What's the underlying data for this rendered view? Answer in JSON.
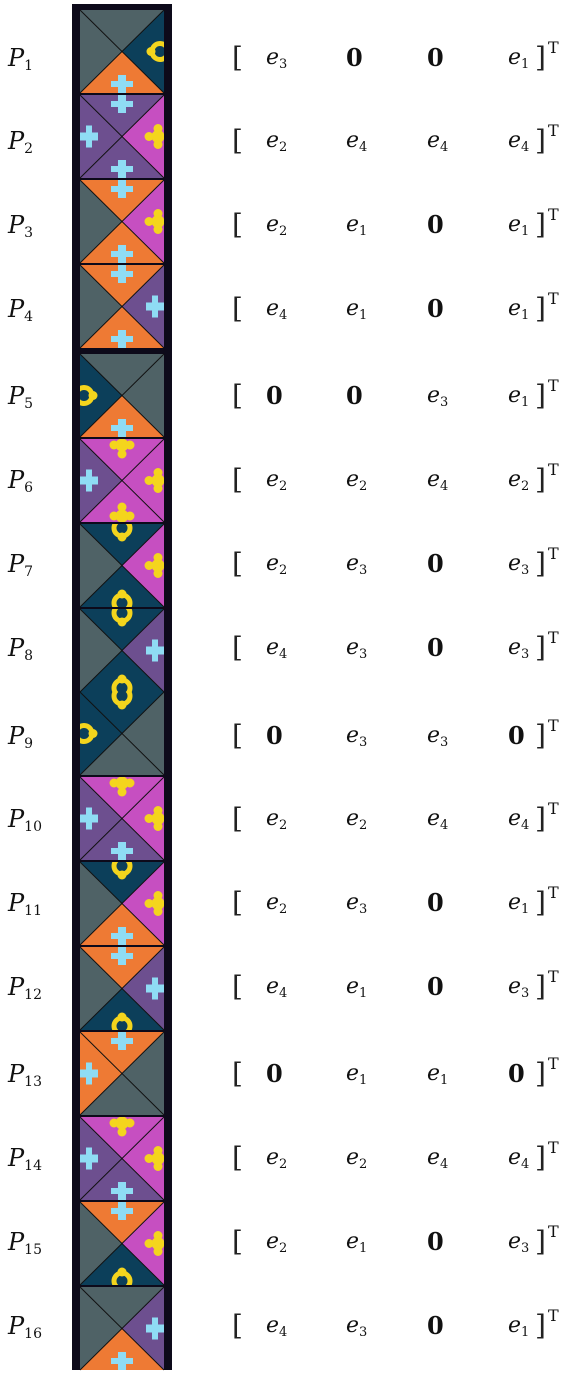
{
  "transpose_mark": "T",
  "colors": {
    "frame": "#0d0a1a",
    "gray": "#4f6266",
    "orange": "#ee7a34",
    "teal": "#0c3f5a",
    "purple": "#6d4f8f",
    "magenta": "#c64fc1",
    "yellow_motif": "#f4d51d",
    "cyan_motif": "#8fdcf4"
  },
  "rows": [
    {
      "label": "P",
      "index": "1",
      "entries": [
        "e3",
        "0",
        "0",
        "e1"
      ],
      "tile": {
        "top": "gray",
        "right": "teal",
        "bottom": "orange",
        "left": "gray"
      }
    },
    {
      "label": "P",
      "index": "2",
      "entries": [
        "e2",
        "e4",
        "e4",
        "e4"
      ],
      "tile": {
        "top": "purple",
        "right": "magenta",
        "bottom": "purple",
        "left": "purple"
      }
    },
    {
      "label": "P",
      "index": "3",
      "entries": [
        "e2",
        "e1",
        "0",
        "e1"
      ],
      "tile": {
        "top": "orange",
        "right": "magenta",
        "bottom": "orange",
        "left": "gray"
      }
    },
    {
      "label": "P",
      "index": "4",
      "entries": [
        "e4",
        "e1",
        "0",
        "e1"
      ],
      "tile": {
        "top": "orange",
        "right": "purple",
        "bottom": "orange",
        "left": "gray"
      }
    },
    {
      "label": "P",
      "index": "5",
      "entries": [
        "0",
        "0",
        "e3",
        "e1"
      ],
      "tile": {
        "top": "gray",
        "right": "gray",
        "bottom": "orange",
        "left": "teal"
      }
    },
    {
      "label": "P",
      "index": "6",
      "entries": [
        "e2",
        "e2",
        "e4",
        "e2"
      ],
      "tile": {
        "top": "magenta",
        "right": "magenta",
        "bottom": "magenta",
        "left": "purple"
      }
    },
    {
      "label": "P",
      "index": "7",
      "entries": [
        "e2",
        "e3",
        "0",
        "e3"
      ],
      "tile": {
        "top": "teal",
        "right": "magenta",
        "bottom": "teal",
        "left": "gray"
      }
    },
    {
      "label": "P",
      "index": "8",
      "entries": [
        "e4",
        "e3",
        "0",
        "e3"
      ],
      "tile": {
        "top": "teal",
        "right": "purple",
        "bottom": "teal",
        "left": "gray"
      }
    },
    {
      "label": "P",
      "index": "9",
      "entries": [
        "0",
        "e3",
        "e3",
        "0"
      ],
      "tile": {
        "top": "teal",
        "right": "gray",
        "bottom": "gray",
        "left": "teal"
      }
    },
    {
      "label": "P",
      "index": "10",
      "entries": [
        "e2",
        "e2",
        "e4",
        "e4"
      ],
      "tile": {
        "top": "magenta",
        "right": "magenta",
        "bottom": "purple",
        "left": "purple"
      }
    },
    {
      "label": "P",
      "index": "11",
      "entries": [
        "e2",
        "e3",
        "0",
        "e1"
      ],
      "tile": {
        "top": "teal",
        "right": "magenta",
        "bottom": "orange",
        "left": "gray"
      }
    },
    {
      "label": "P",
      "index": "12",
      "entries": [
        "e4",
        "e1",
        "0",
        "e3"
      ],
      "tile": {
        "top": "orange",
        "right": "purple",
        "bottom": "teal",
        "left": "gray"
      }
    },
    {
      "label": "P",
      "index": "13",
      "entries": [
        "0",
        "e1",
        "e1",
        "0"
      ],
      "tile": {
        "top": "orange",
        "right": "gray",
        "bottom": "gray",
        "left": "orange"
      }
    },
    {
      "label": "P",
      "index": "14",
      "entries": [
        "e2",
        "e2",
        "e4",
        "e4"
      ],
      "tile": {
        "top": "magenta",
        "right": "magenta",
        "bottom": "purple",
        "left": "purple"
      }
    },
    {
      "label": "P",
      "index": "15",
      "entries": [
        "e2",
        "e1",
        "0",
        "e3"
      ],
      "tile": {
        "top": "orange",
        "right": "magenta",
        "bottom": "teal",
        "left": "gray"
      }
    },
    {
      "label": "P",
      "index": "16",
      "entries": [
        "e4",
        "e3",
        "0",
        "e1"
      ],
      "tile": {
        "top": "gray",
        "right": "purple",
        "bottom": "orange",
        "left": "gray"
      }
    }
  ]
}
